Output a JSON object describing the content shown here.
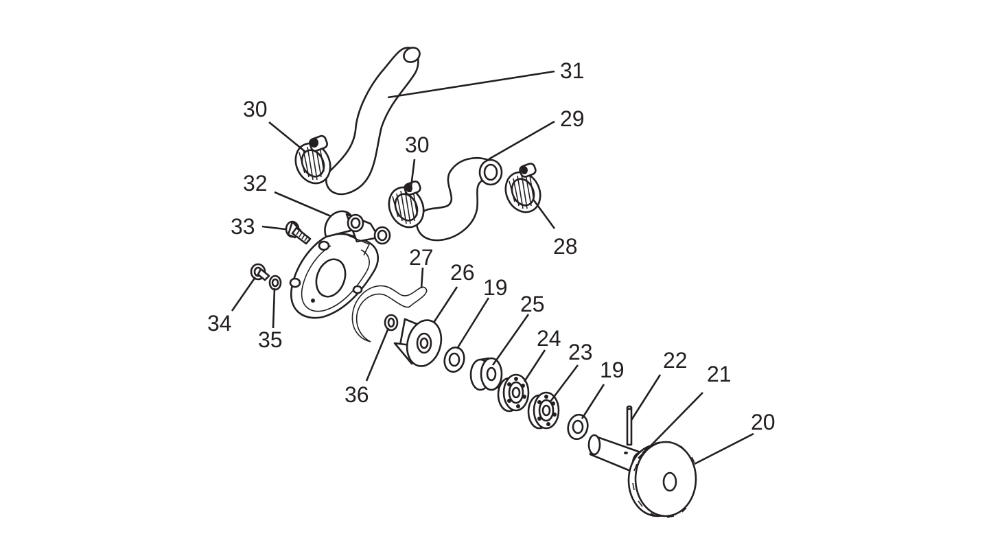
{
  "labels": {
    "p19a": "19",
    "p19b": "19",
    "p20": "20",
    "p21": "21",
    "p22": "22",
    "p23": "23",
    "p24": "24",
    "p25": "25",
    "p26": "26",
    "p27": "27",
    "p28": "28",
    "p29": "29",
    "p30a": "30",
    "p30b": "30",
    "p31": "31",
    "p32": "32",
    "p33": "33",
    "p34": "34",
    "p35": "35",
    "p36": "36"
  }
}
